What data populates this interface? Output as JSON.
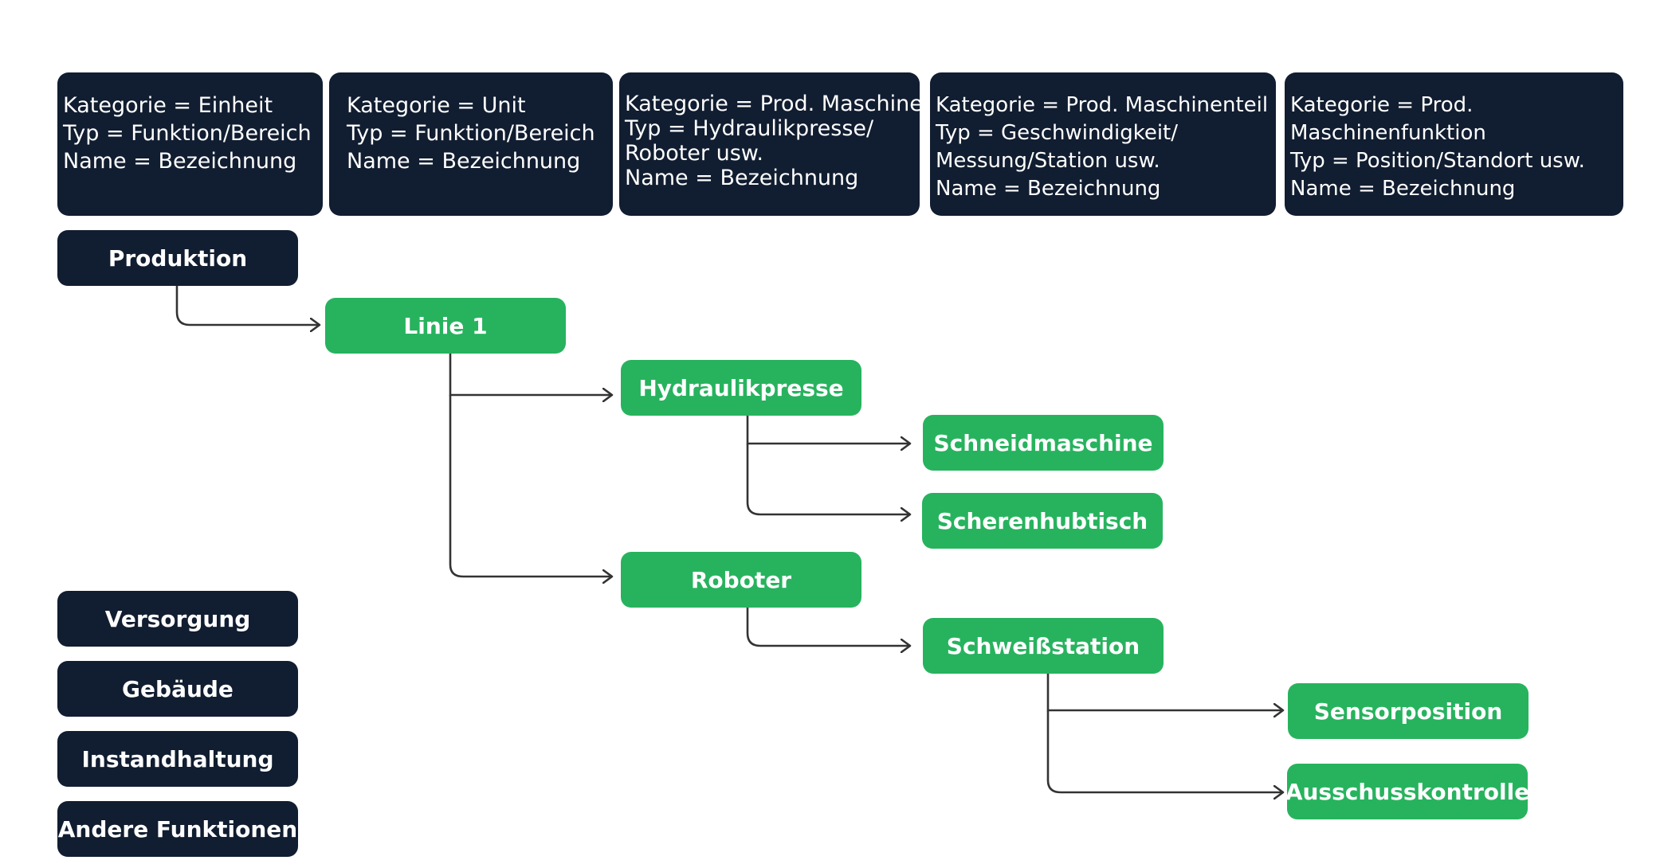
{
  "headers": [
    {
      "lines": [
        "Kategorie = Einheit",
        "Typ = Funktion/Bereich",
        "Name = Bezeichnung"
      ]
    },
    {
      "lines": [
        "Kategorie = Unit",
        "Typ = Funktion/Bereich",
        "Name = Bezeichnung"
      ]
    },
    {
      "lines": [
        "Kategorie = Prod. Maschine",
        "Typ = Hydraulikpresse/",
        "Roboter usw.",
        "Name = Bezeichnung"
      ]
    },
    {
      "lines": [
        "Kategorie = Prod. Maschinenteil",
        "Typ = Geschwindigkeit/",
        "Messung/Station usw.",
        "Name = Bezeichnung"
      ]
    },
    {
      "lines": [
        "Kategorie = Prod.",
        "Maschinenfunktion",
        "Typ = Position/Standort usw.",
        "Name = Bezeichnung"
      ]
    }
  ],
  "nodes": {
    "produktion": "Produktion",
    "linie1": "Linie 1",
    "hydraulikpresse": "Hydraulikpresse",
    "schneidmaschine": "Schneidmaschine",
    "scherenhubtisch": "Scherenhubtisch",
    "roboter": "Roboter",
    "schweissstation": "Schweißstation",
    "sensorposition": "Sensorposition",
    "ausschusskontrolle": "Ausschusskontrolle",
    "versorgung": "Versorgung",
    "gebaeude": "Gebäude",
    "instandhaltung": "Instandhaltung",
    "andere_funktionen": "Andere Funktionen"
  },
  "colors": {
    "dark": "#111d30",
    "green": "#27b35e",
    "connector": "#333333"
  }
}
